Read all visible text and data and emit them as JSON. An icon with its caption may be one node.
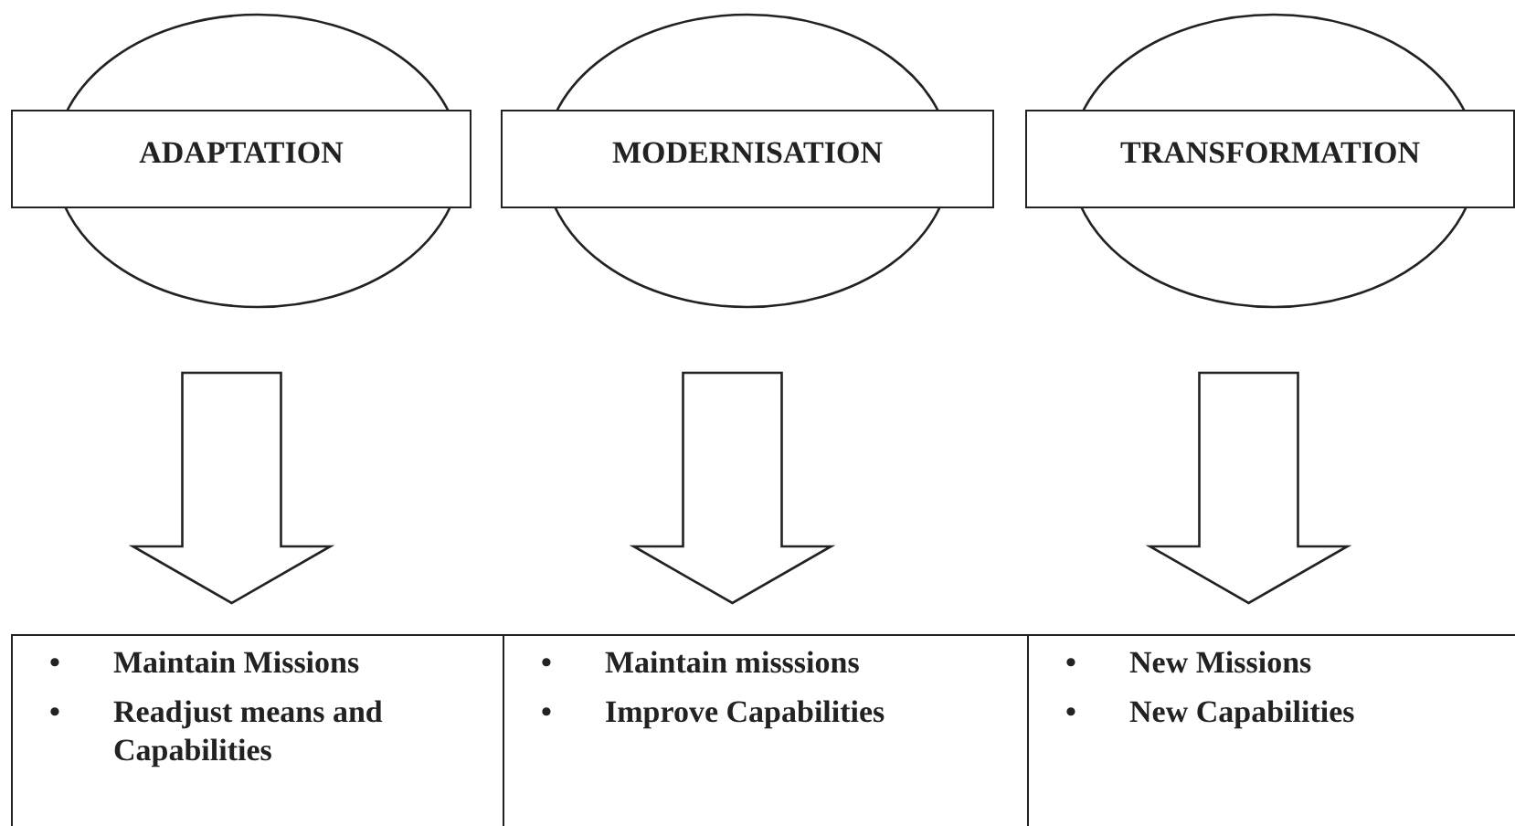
{
  "diagram": {
    "nodes": [
      {
        "text": [
          "ADAPTATION"
        ]
      },
      {
        "text": [
          "MODERNISATION"
        ]
      },
      {
        "text": [
          "TRANSFORMATION"
        ]
      },
      {
        "text": [
          "Maintain Missions",
          "Readjust means and Capabilities"
        ]
      },
      {
        "text": [
          "Maintain misssions",
          "Improve Capabilities"
        ]
      },
      {
        "text": [
          "New Missions",
          "New Capabilities"
        ]
      }
    ],
    "edges": [
      {
        "from": 0,
        "to": 3,
        "arrow": "to"
      },
      {
        "from": 1,
        "to": 4,
        "arrow": "to"
      },
      {
        "from": 2,
        "to": 5,
        "arrow": "to"
      }
    ],
    "labels": [
      "•",
      "•",
      "•",
      "•",
      "•",
      "•"
    ]
  }
}
